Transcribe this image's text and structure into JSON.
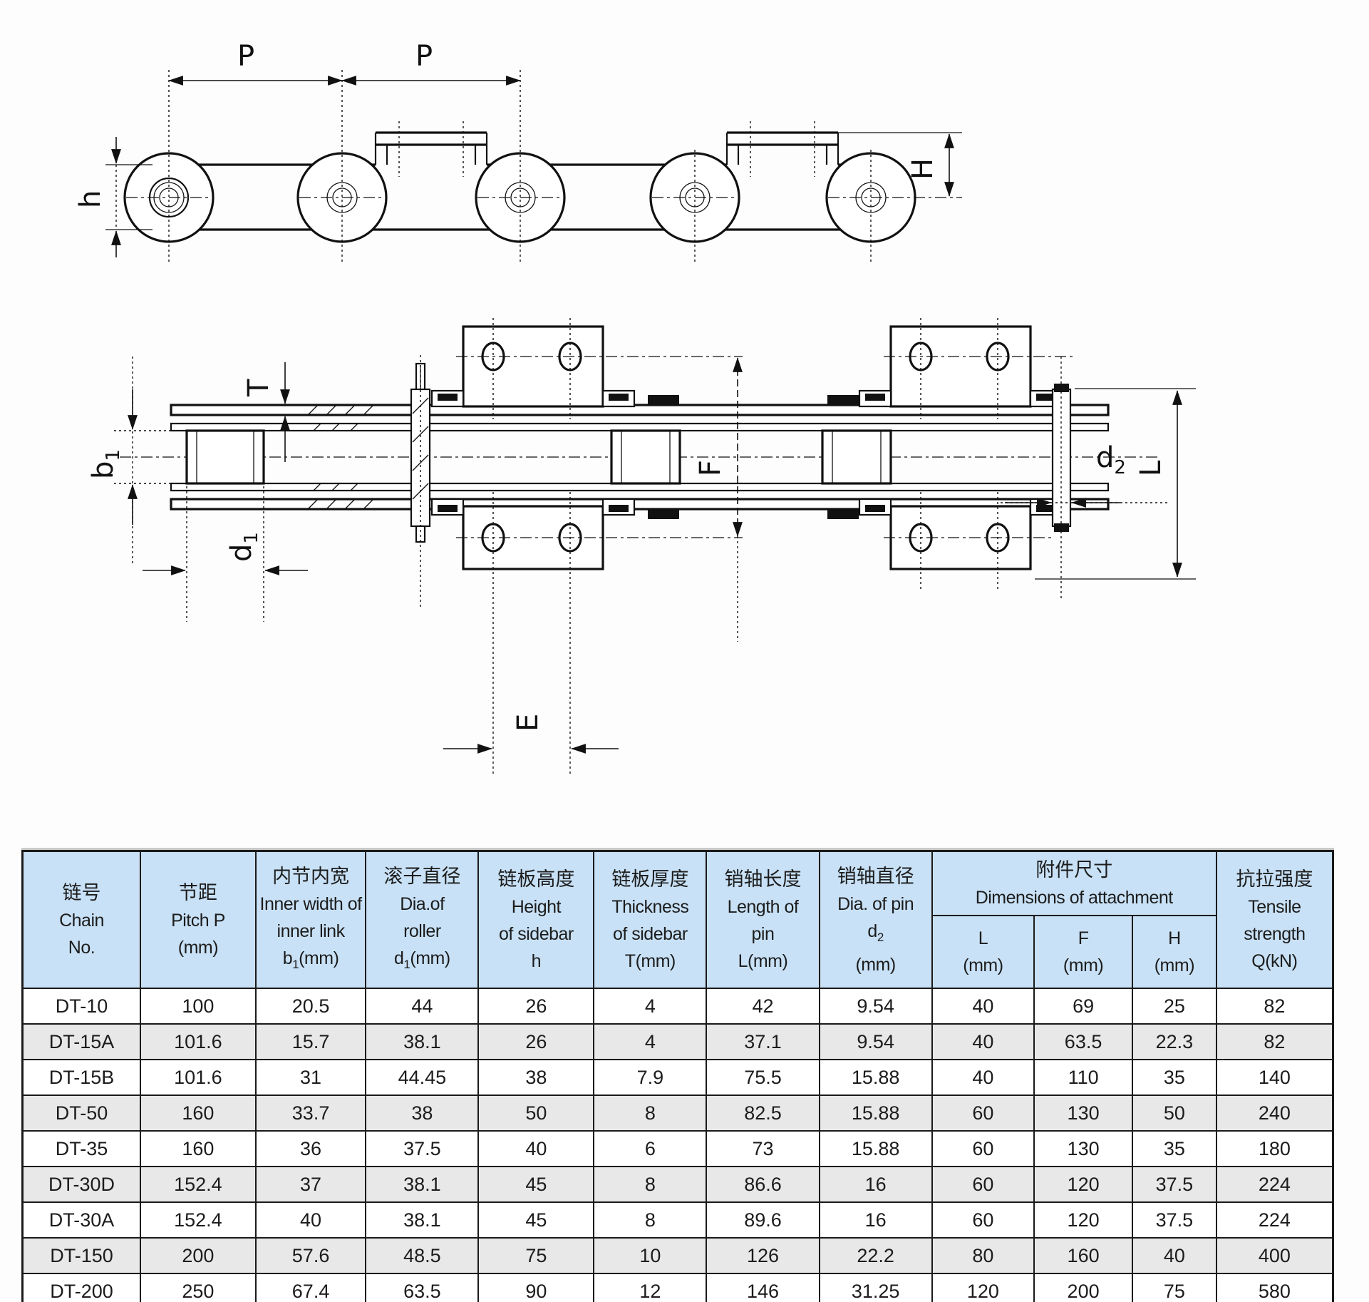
{
  "diagram": {
    "labels": {
      "pitch1": "P",
      "pitch2": "P",
      "sidebar_height": "h",
      "attachment_height": "H",
      "plate_thickness": "T",
      "inner_width": {
        "main": "b",
        "sub": "1"
      },
      "roller_dia": {
        "main": "d",
        "sub": "1"
      },
      "pin_dia": {
        "main": "d",
        "sub": "2"
      },
      "hole_spacing": "E",
      "hole_distance": "F",
      "pin_length": "L"
    }
  },
  "table": {
    "colors": {
      "header_bg": "#c8e1f6",
      "alt_row_bg": "#e8e8e8",
      "border": "#1a1a1a"
    },
    "headers": {
      "chain_no": {
        "zh": "链号",
        "en1": "Chain",
        "en2": "No."
      },
      "pitch": {
        "zh": "节距",
        "en1": "Pitch P",
        "en2": "(mm)"
      },
      "inner_width": {
        "zh": "内节内宽",
        "en1": "Inner width of",
        "en2": "inner link",
        "en3_main": "b",
        "en3_sub": "1",
        "en3_rest": "(mm)"
      },
      "roller_dia": {
        "zh": "滚子直径",
        "en1": "Dia.of",
        "en2": "roller",
        "en3_main": "d",
        "en3_sub": "1",
        "en3_rest": "(mm)"
      },
      "sidebar_height": {
        "zh": "链板高度",
        "en1": "Height",
        "en2": "of sidebar",
        "en3": "h"
      },
      "sidebar_thick": {
        "zh": "链板厚度",
        "en1": "Thickness",
        "en2": "of sidebar",
        "en3": "T(mm)"
      },
      "pin_length": {
        "zh": "销轴长度",
        "en1": "Length of",
        "en2": "pin",
        "en3": "L(mm)"
      },
      "pin_dia": {
        "zh": "销轴直径",
        "en1": "Dia. of pin",
        "en2_main": "d",
        "en2_sub": "2",
        "en3": "(mm)"
      },
      "attachment": {
        "zh": "附件尺寸",
        "en": "Dimensions of attachment",
        "sub_l1": "L",
        "sub_l2": "(mm)",
        "sub_f1": "F",
        "sub_f2": "(mm)",
        "sub_h1": "H",
        "sub_h2": "(mm)"
      },
      "tensile": {
        "zh": "抗拉强度",
        "en1": "Tensile",
        "en2": "strength",
        "en3": "Q(kN)"
      }
    },
    "rows": [
      [
        "DT-10",
        "100",
        "20.5",
        "44",
        "26",
        "4",
        "42",
        "9.54",
        "40",
        "69",
        "25",
        "82"
      ],
      [
        "DT-15A",
        "101.6",
        "15.7",
        "38.1",
        "26",
        "4",
        "37.1",
        "9.54",
        "40",
        "63.5",
        "22.3",
        "82"
      ],
      [
        "DT-15B",
        "101.6",
        "31",
        "44.45",
        "38",
        "7.9",
        "75.5",
        "15.88",
        "40",
        "110",
        "35",
        "140"
      ],
      [
        "DT-50",
        "160",
        "33.7",
        "38",
        "50",
        "8",
        "82.5",
        "15.88",
        "60",
        "130",
        "50",
        "240"
      ],
      [
        "DT-35",
        "160",
        "36",
        "37.5",
        "40",
        "6",
        "73",
        "15.88",
        "60",
        "130",
        "35",
        "180"
      ],
      [
        "DT-30D",
        "152.4",
        "37",
        "38.1",
        "45",
        "8",
        "86.6",
        "16",
        "60",
        "120",
        "37.5",
        "224"
      ],
      [
        "DT-30A",
        "152.4",
        "40",
        "38.1",
        "45",
        "8",
        "89.6",
        "16",
        "60",
        "120",
        "37.5",
        "224"
      ],
      [
        "DT-150",
        "200",
        "57.6",
        "48.5",
        "75",
        "10",
        "126",
        "22.2",
        "80",
        "160",
        "40",
        "400"
      ],
      [
        "DT-200",
        "250",
        "67.4",
        "63.5",
        "90",
        "12",
        "146",
        "31.25",
        "120",
        "200",
        "75",
        "580"
      ]
    ]
  }
}
